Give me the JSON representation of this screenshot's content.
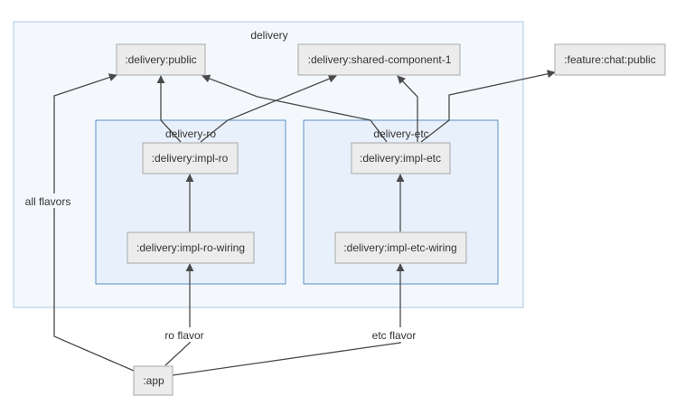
{
  "diagram": {
    "clusters": {
      "delivery": "delivery",
      "delivery_ro": "delivery-ro",
      "delivery_etc": "delivery-etc"
    },
    "nodes": {
      "delivery_public": ":delivery:public",
      "shared_component": ":delivery:shared-component-1",
      "feature_chat_public": ":feature:chat:public",
      "impl_ro": ":delivery:impl-ro",
      "impl_etc": ":delivery:impl-etc",
      "impl_ro_wiring": ":delivery:impl-ro-wiring",
      "impl_etc_wiring": ":delivery:impl-etc-wiring",
      "app": ":app"
    },
    "edge_labels": {
      "all_flavors": "all flavors",
      "ro_flavor": "ro flavor",
      "etc_flavor": "etc flavor"
    }
  },
  "colors": {
    "outer_cluster_fill": "#f4f8fc",
    "outer_cluster_stroke": "#aacae4",
    "inner_cluster_fill": "#e8f1fb",
    "inner_cluster_stroke": "#5b8fc6",
    "node_fill": "#ececec",
    "node_stroke": "#a8a8a8",
    "edge": "#4a4a4a"
  }
}
